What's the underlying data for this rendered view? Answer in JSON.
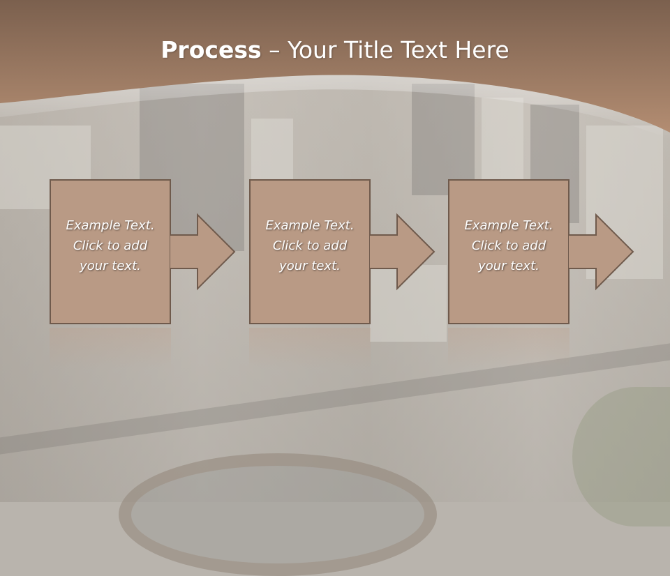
{
  "slide": {
    "title_bold": "Process",
    "title_rest": " – Your Title Text Here"
  },
  "steps": [
    {
      "line1": "Example Text.",
      "line2": "Click  to add",
      "line3": "your text."
    },
    {
      "line1": "Example Text.",
      "line2": "Click  to add",
      "line3": "your text."
    },
    {
      "line1": "Example Text.",
      "line2": "Click  to add",
      "line3": "your text."
    }
  ],
  "colors": {
    "header_top": "#7a5f4d",
    "header_bottom": "#b08a70",
    "box_fill": "#b89883",
    "box_stroke": "#6f5a4c",
    "text": "#ffffff"
  }
}
